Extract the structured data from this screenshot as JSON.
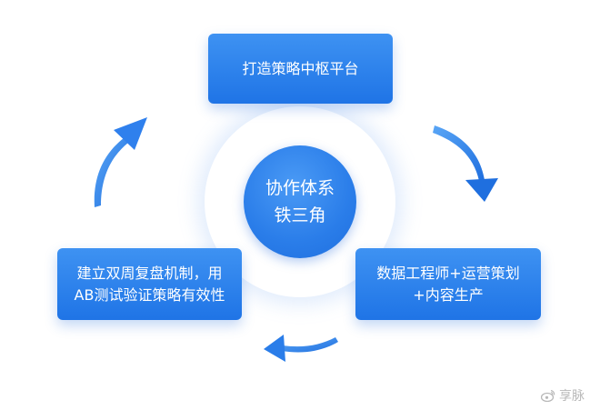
{
  "diagram": {
    "center": {
      "line1": "协作体系",
      "line2": "铁三角"
    },
    "top_box": {
      "label": "打造策略中枢平台"
    },
    "right_box": {
      "line1": "数据工程师+运营策划",
      "line2": "+内容生产"
    },
    "left_box": {
      "line1": "建立双周复盘机制，用",
      "line2": "AB测试验证策略有效性"
    },
    "colors": {
      "accent": "#2a7de9",
      "arrow": "#2f80ed"
    }
  },
  "watermark": {
    "text": "享脉",
    "icon": "weibo-icon"
  }
}
